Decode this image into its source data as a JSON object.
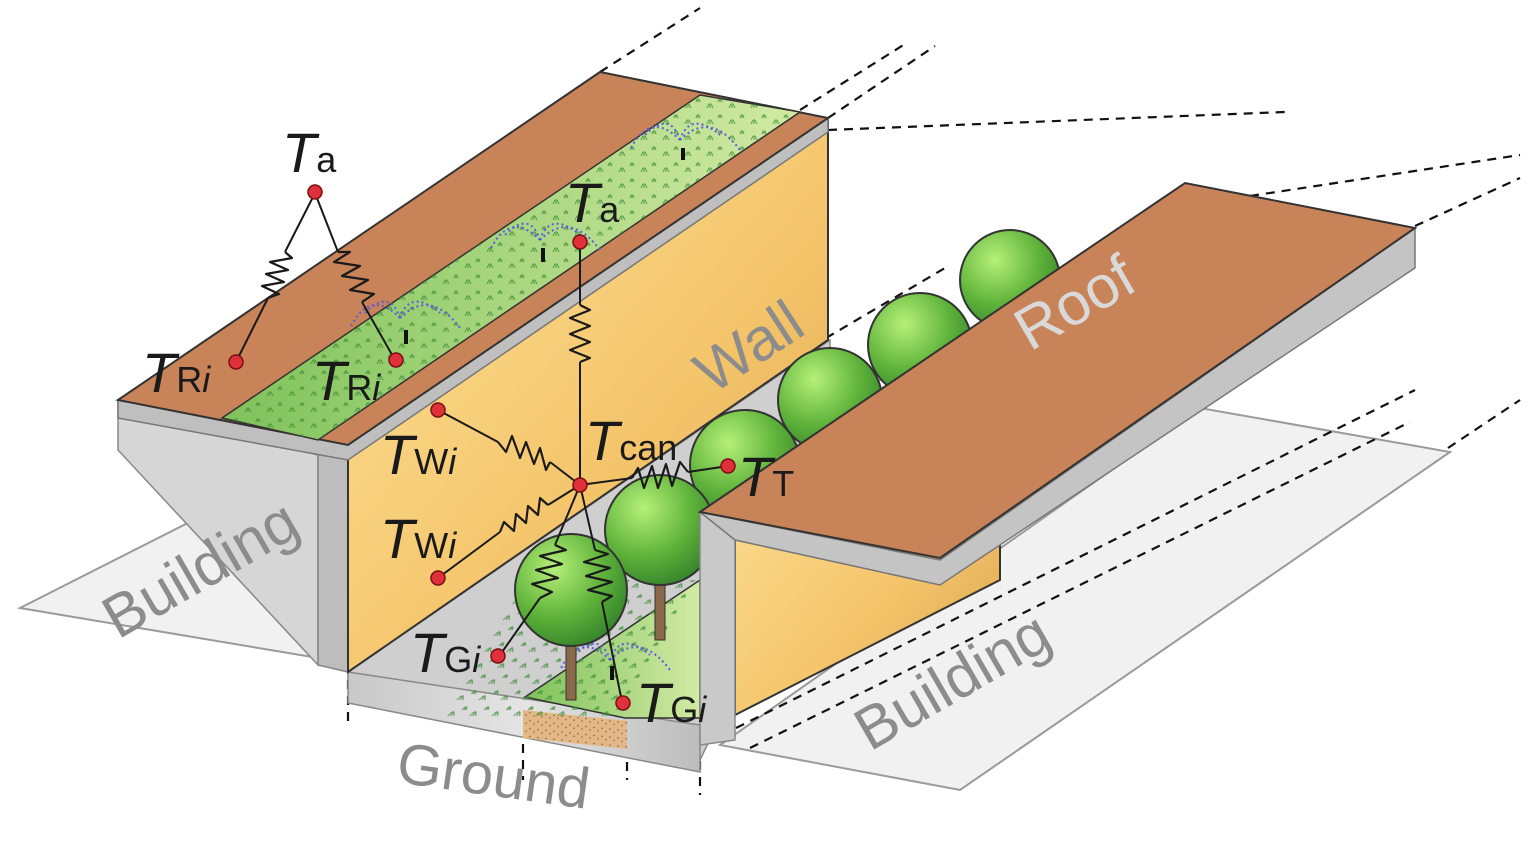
{
  "labels": {
    "building_left": "Building",
    "building_right": "Building",
    "wall": "Wall",
    "roof": "Roof",
    "ground": "Ground"
  },
  "symbols": {
    "T": "T",
    "air": "a",
    "roof": "R",
    "wall": "W",
    "ground": "G",
    "canyon": "can",
    "tree": "T",
    "index": "i"
  },
  "colors": {
    "roof": "#c98358",
    "wall": "#f4c46a",
    "green_roof": "#a8d47a",
    "tree": "#5fb33a",
    "node": "#e0303a",
    "building_outline": "#9a9a9a",
    "label_gray": "#8c8c8c"
  }
}
